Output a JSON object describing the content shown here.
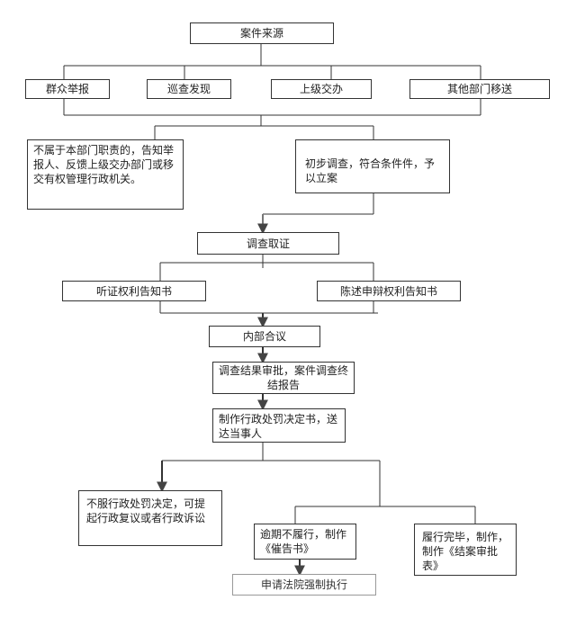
{
  "nodes": {
    "source": "案件来源",
    "report": "群众举报",
    "patrol": "巡查发现",
    "superior": "上级交办",
    "transfer": "其他部门移送",
    "not_duty": "不属于本部门职责的，告知举报人、反馈上级交办部门或移交有权管理行政机关。",
    "initial": "初步调查，符合条件件，予以立案",
    "investigate": "调查取证",
    "hearing": "听证权利告知书",
    "defense": "陈述申辩权利告知书",
    "internal": "内部合议",
    "approval": "调查结果审批，案件调查终结报告",
    "decision": "制作行政处罚决定书，送达当事人",
    "disagree": "不服行政处罚决定，可提起行政复议或者行政诉讼",
    "overdue": "逾期不履行，制作《催告书》",
    "complete": "履行完毕，制作，制作《结案审批表》",
    "court": "申请法院强制执行"
  },
  "colors": {
    "line": "#333333",
    "arrow": "#555555",
    "grey_border": "#999999"
  }
}
